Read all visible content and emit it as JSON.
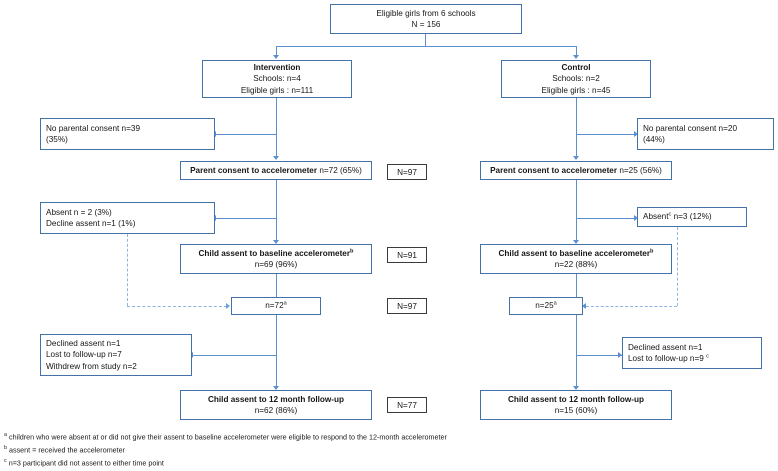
{
  "diagram": {
    "title": "CONSORT-style participant flow diagram",
    "accent_color": "#4472a8",
    "line_color": "#5b8fd0",
    "dashed_color": "#8fb4e0",
    "nbox_border_color": "#3b3b3b"
  },
  "nodes": {
    "eligible": {
      "line1": "Eligible girls from 6 schools",
      "line2": "N = 156"
    },
    "intervention": {
      "line1": "Intervention",
      "line2": "Schools: n=4",
      "line3": "Eligible girls : n=111"
    },
    "control": {
      "line1": "Control",
      "line2": "Schools: n=2",
      "line3": "Eligible girls : n=45"
    },
    "no_consent_left": {
      "line1": "No parental consent n=39",
      "line2": "(35%)"
    },
    "no_consent_right": {
      "line1": "No parental consent n=20",
      "line2": "(44%)"
    },
    "parent_consent_left": {
      "bold": "Parent consent to accelerometer",
      "rest": " n=72 (65%)"
    },
    "parent_consent_right": {
      "bold": "Parent consent to accelerometer",
      "rest": " n=25 (56%)"
    },
    "absent_left": {
      "line1": "Absent n = 2 (3%)",
      "line2": "Decline assent n=1 (1%)"
    },
    "absent_right": {
      "prefix": "Absent",
      "sup": "c",
      "rest": " n=3 (12%)"
    },
    "baseline_left": {
      "bold": "Child assent to baseline accelerometer",
      "sup": "b",
      "line2": "n=69 (96%)"
    },
    "baseline_right": {
      "bold": "Child assent to baseline accelerometer",
      "sup": "b",
      "line2": "n=22 (88%)"
    },
    "pool_left": {
      "text": "n=72",
      "sup": "a"
    },
    "pool_right": {
      "text": "n=25",
      "sup": "a"
    },
    "attrition_left": {
      "line1": "Declined assent n=1",
      "line2": "Lost to follow-up n=7",
      "line3": "Withdrew from study n=2"
    },
    "attrition_right": {
      "line1": "Declined assent n=1",
      "line2_prefix": "Lost to follow-up n=9 ",
      "line2_sup": "c"
    },
    "followup_left": {
      "bold": "Child assent to 12 month follow-up",
      "line2": "n=62 (86%)"
    },
    "followup_right": {
      "bold": "Child assent to 12 month follow-up",
      "line2": "n=15 (60%)"
    }
  },
  "side_totals": [
    {
      "key": "total_parent_consent",
      "label": "N=97"
    },
    {
      "key": "total_baseline",
      "label": "N=91"
    },
    {
      "key": "total_pool",
      "label": "N=97"
    },
    {
      "key": "total_followup",
      "label": "N=77"
    }
  ],
  "footnotes": [
    {
      "marker": "a",
      "text": "children who were absent at or did not give their assent to baseline accelerometer were eligible to respond to the 12-month accelerometer"
    },
    {
      "marker": "b",
      "text": "assent = received the accelerometer"
    },
    {
      "marker": "c",
      "text": "n=3 participant did not assent to either time point"
    }
  ]
}
